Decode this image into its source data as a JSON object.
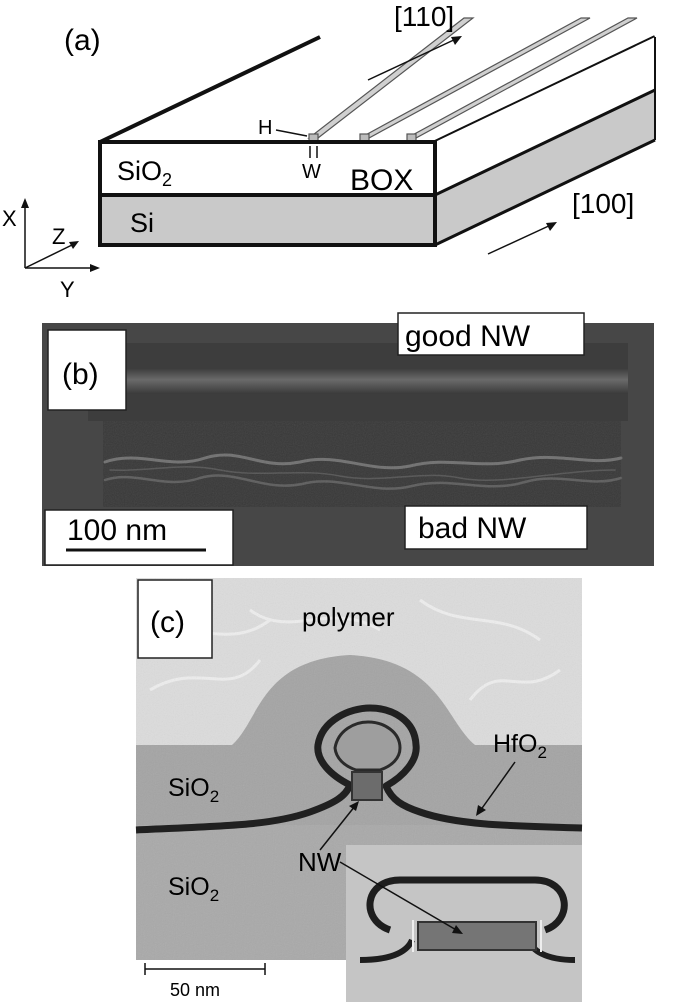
{
  "panel_a": {
    "label": "(a)",
    "dir_top": "[110]",
    "dir_right": "[100]",
    "layer_oxide": "SiO",
    "layer_oxide_sub": "2",
    "layer_si": "Si",
    "box": "BOX",
    "height_label": "H",
    "width_label": "W",
    "axis_x": "X",
    "axis_y": "Y",
    "axis_z": "Z"
  },
  "panel_b": {
    "label": "(b)",
    "good": "good NW",
    "bad": "bad NW",
    "scale": "100 nm"
  },
  "panel_c": {
    "label": "(c)",
    "polymer": "polymer",
    "hfo2": "HfO",
    "hfo2_sub": "2",
    "sio2_top": "SiO",
    "sio2_top_sub": "2",
    "sio2_bottom": "SiO",
    "sio2_bottom_sub": "2",
    "nw": "NW",
    "scale": "50 nm"
  }
}
